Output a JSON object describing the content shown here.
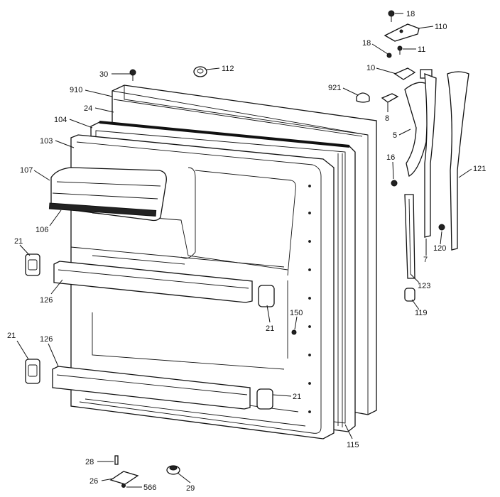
{
  "callouts": [
    {
      "id": "c18a",
      "text": "18"
    },
    {
      "id": "c110",
      "text": "110"
    },
    {
      "id": "c18b",
      "text": "18"
    },
    {
      "id": "c11",
      "text": "11"
    },
    {
      "id": "c10",
      "text": "10"
    },
    {
      "id": "c30",
      "text": "30"
    },
    {
      "id": "c112",
      "text": "112"
    },
    {
      "id": "c921",
      "text": "921"
    },
    {
      "id": "c910",
      "text": "910"
    },
    {
      "id": "c8",
      "text": "8"
    },
    {
      "id": "c24",
      "text": "24"
    },
    {
      "id": "c104",
      "text": "104"
    },
    {
      "id": "c5",
      "text": "5"
    },
    {
      "id": "c103",
      "text": "103"
    },
    {
      "id": "c16",
      "text": "16"
    },
    {
      "id": "c107",
      "text": "107"
    },
    {
      "id": "c121",
      "text": "121"
    },
    {
      "id": "c106",
      "text": "106"
    },
    {
      "id": "c21a",
      "text": "21"
    },
    {
      "id": "c120",
      "text": "120"
    },
    {
      "id": "c7",
      "text": "7"
    },
    {
      "id": "c123",
      "text": "123"
    },
    {
      "id": "c126a",
      "text": "126"
    },
    {
      "id": "c119",
      "text": "119"
    },
    {
      "id": "c150",
      "text": "150"
    },
    {
      "id": "c21b",
      "text": "21"
    },
    {
      "id": "c21c",
      "text": "21"
    },
    {
      "id": "c126b",
      "text": "126"
    },
    {
      "id": "c21d",
      "text": "21"
    },
    {
      "id": "c115",
      "text": "115"
    },
    {
      "id": "c28",
      "text": "28"
    },
    {
      "id": "c26",
      "text": "26"
    },
    {
      "id": "c29",
      "text": "29"
    },
    {
      "id": "c566",
      "text": "566"
    }
  ]
}
